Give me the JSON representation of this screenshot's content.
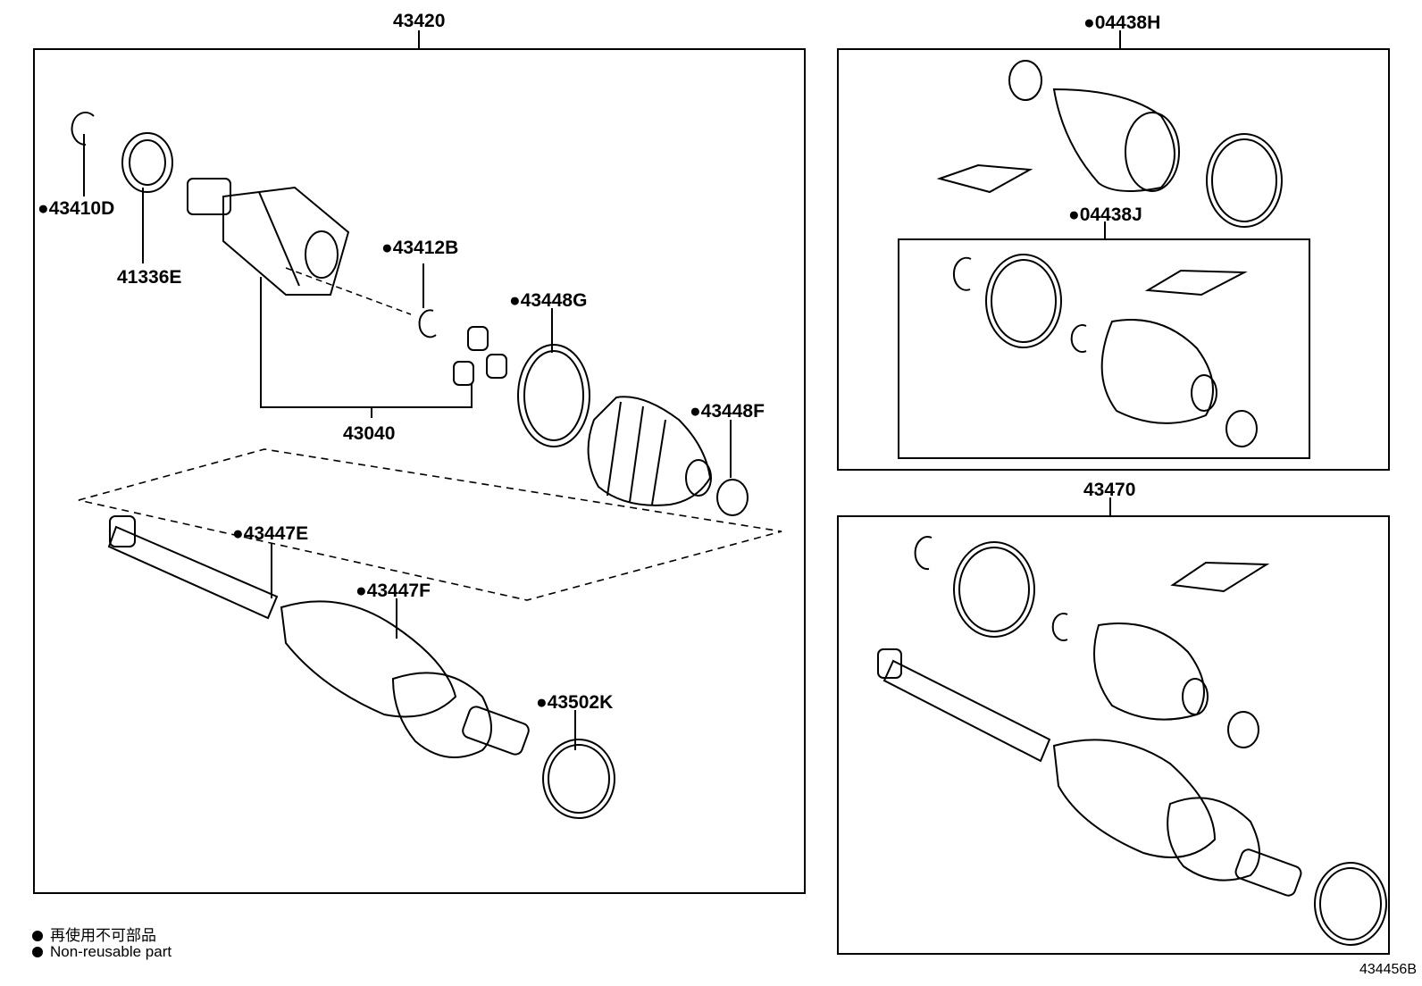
{
  "assembly": {
    "main_number": "43420",
    "boot_kit_outer": "04438H",
    "boot_kit_inner": "04438J",
    "rh_assembly": "43470"
  },
  "parts": {
    "snap_ring_a": "43410D",
    "dust_seal": "41336E",
    "snap_ring_b": "43412B",
    "tripod_joint": "43040",
    "boot_clamp_g": "43448G",
    "boot_clamp_f": "43448F",
    "boot_clamp_e": "43447E",
    "boot_clamp_ef": "43447F",
    "o_ring": "43502K"
  },
  "legend": {
    "jp": "再使用不可部品",
    "en": "Non-reusable part"
  },
  "illustration_code": "434456B"
}
